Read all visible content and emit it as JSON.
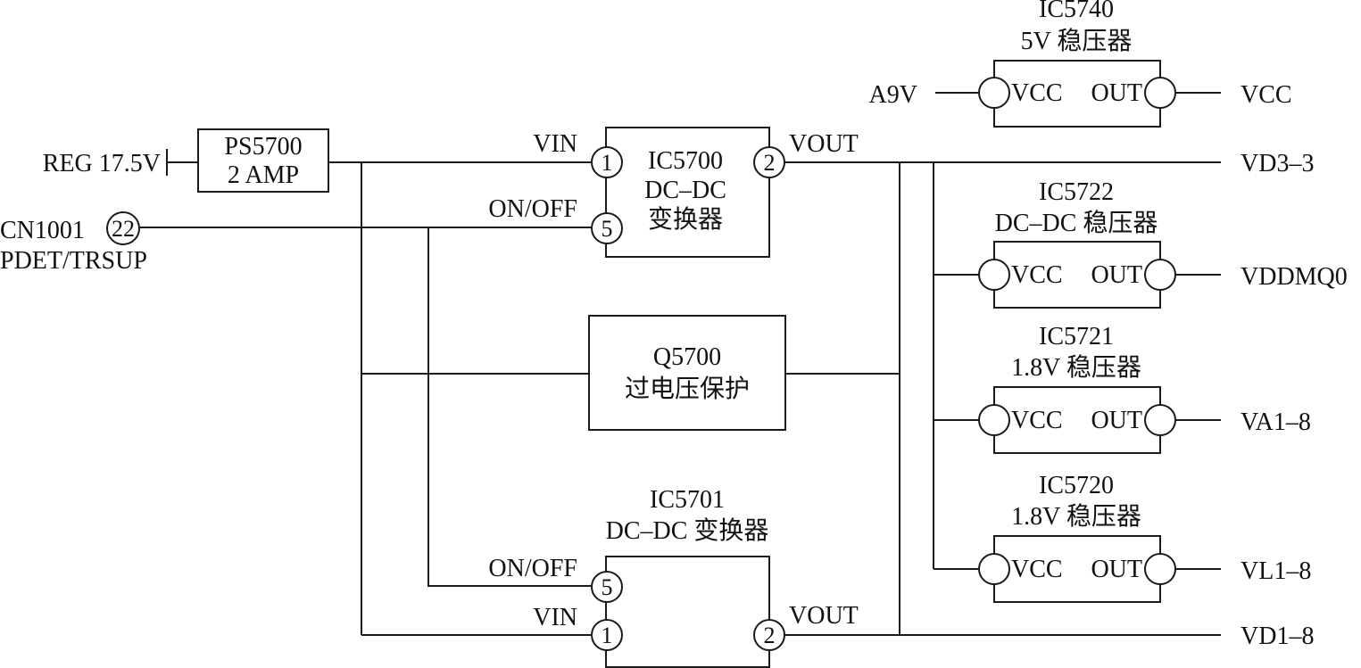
{
  "input": {
    "reg_label": "REG 17.5V",
    "fuse_line1": "PS5700",
    "fuse_line2": "2 AMP",
    "connector_label": "CN1001",
    "connector_pin": "22",
    "connector_signal": "PDET/TRSUP"
  },
  "ic5700": {
    "name": "IC5700",
    "line2": "DC–DC",
    "line3": "变换器",
    "vin_label": "VIN",
    "vin_pin": "1",
    "onoff_label": "ON/OFF",
    "onoff_pin": "5",
    "vout_label": "VOUT",
    "vout_pin": "2",
    "output": "VD3–3"
  },
  "q5700": {
    "name": "Q5700",
    "line2": "过电压保护"
  },
  "ic5701": {
    "name": "IC5701",
    "line2": "DC–DC 变换器",
    "onoff_label": "ON/OFF",
    "onoff_pin": "5",
    "vin_label": "VIN",
    "vin_pin": "1",
    "vout_label": "VOUT",
    "vout_pin": "2",
    "output": "VD1–8"
  },
  "regulators": [
    {
      "name": "IC5740",
      "desc": "5V 稳压器",
      "input": "A9V",
      "vcc": "VCC",
      "out": "OUT",
      "output": "VCC"
    },
    {
      "name": "IC5722",
      "desc": "DC–DC 稳压器",
      "input": "",
      "vcc": "VCC",
      "out": "OUT",
      "output": "VDDMQ0"
    },
    {
      "name": "IC5721",
      "desc": "1.8V 稳压器",
      "input": "",
      "vcc": "VCC",
      "out": "OUT",
      "output": "VA1–8"
    },
    {
      "name": "IC5720",
      "desc": "1.8V 稳压器",
      "input": "",
      "vcc": "VCC",
      "out": "OUT",
      "output": "VL1–8"
    }
  ]
}
